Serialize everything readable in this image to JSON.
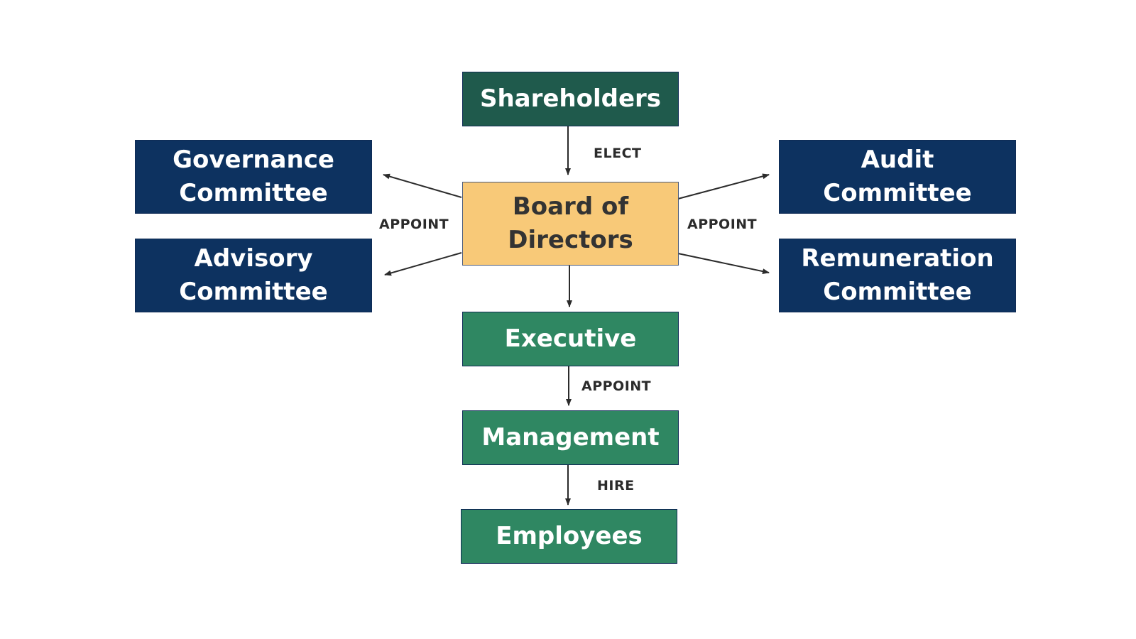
{
  "nodes": {
    "shareholders": "Shareholders",
    "board": "Board of Directors",
    "governance": "Governance Committee",
    "advisory": "Advisory Committee",
    "audit": "Audit Committee",
    "remuneration": "Remuneration Committee",
    "executive": "Executive",
    "management": "Management",
    "employees": "Employees"
  },
  "edge_labels": {
    "elect": "ELECT",
    "appoint_left": "APPOINT",
    "appoint_right": "APPOINT",
    "appoint_exec": "APPOINT",
    "hire": "HIRE"
  },
  "colors": {
    "shareholders": "#1f5a4c",
    "committees": "#0d3260",
    "board": "#f8c978",
    "lower_chain": "#2f8762",
    "arrow": "#2b2b2b"
  }
}
